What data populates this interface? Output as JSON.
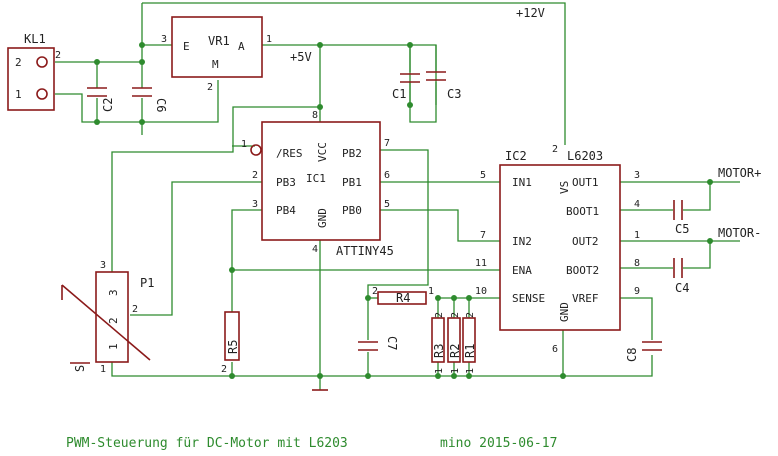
{
  "title": "PWM-Steuerung für DC-Motor mit L6203",
  "author_date": "mino 2015-06-17",
  "nets": {
    "v12": "+12V",
    "v5": "+5V",
    "motor_plus": "MOTOR+",
    "motor_minus": "MOTOR-"
  },
  "connector": {
    "ref": "KL1",
    "pin1": "1",
    "pin2": "2"
  },
  "vreg": {
    "ref": "VR1",
    "pin_e": "E",
    "pin_a": "A",
    "pin_m": "M",
    "n1": "1",
    "n2": "2",
    "n3": "3"
  },
  "ic1": {
    "ref": "IC1",
    "name": "ATTINY45",
    "pins_left": [
      "/RES",
      "PB3",
      "PB4"
    ],
    "pins_right": [
      "PB2",
      "PB1",
      "PB0"
    ],
    "vcc": "VCC",
    "gnd": "GND",
    "nums": {
      "res": "1",
      "pb3": "2",
      "pb4": "3",
      "gnd": "4",
      "pb0": "5",
      "pb1": "6",
      "pb2": "7",
      "vcc": "8"
    }
  },
  "ic2": {
    "ref": "IC2",
    "name": "L6203",
    "pins_left": [
      "IN1",
      "IN2",
      "ENA",
      "SENSE"
    ],
    "pins_right": [
      "OUT1",
      "BOOT1",
      "OUT2",
      "BOOT2",
      "VREF"
    ],
    "vs": "VS",
    "gnd": "GND",
    "nums": {
      "vs": "2",
      "in1": "5",
      "in2": "7",
      "ena": "11",
      "sense": "10",
      "out1": "3",
      "boot1": "4",
      "out2": "1",
      "boot2": "8",
      "vref": "9",
      "gnd": "6"
    }
  },
  "pot": {
    "ref": "P1",
    "label": "S",
    "n1": "1",
    "n2": "2",
    "n3": "3",
    "w3": "3"
  },
  "caps": {
    "c1": "C1",
    "c2": "C2",
    "c3": "C3",
    "c4": "C4",
    "c5": "C5",
    "c6": "C6",
    "c7": "C7",
    "c8": "C8"
  },
  "resistors": {
    "r1": "R1",
    "r2": "R2",
    "r3": "R3",
    "r4": "R4",
    "r5": "R5"
  },
  "pinnums": {
    "one": "1",
    "two": "2"
  },
  "colors": {
    "wire": "#2e8b2e",
    "part": "#8b1a1a",
    "text": "#222222"
  }
}
